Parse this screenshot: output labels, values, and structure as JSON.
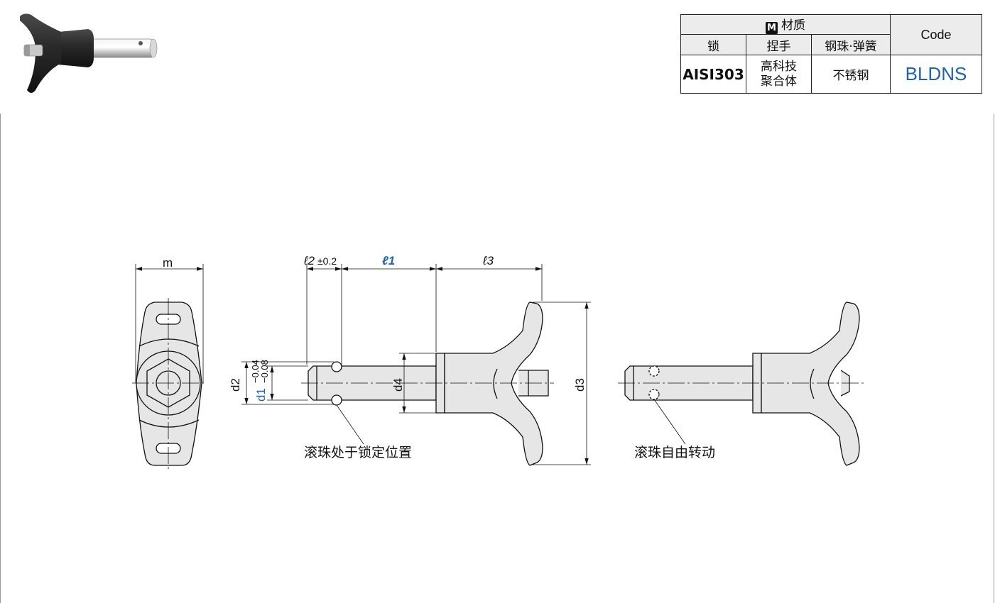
{
  "material_table": {
    "material_header": "材质",
    "material_badge": "M",
    "code_header": "Code",
    "columns": [
      "锁",
      "捏手",
      "钢珠·弹簧"
    ],
    "row": {
      "lock": "AISI303",
      "handle_line1": "高科技",
      "handle_line2": "聚合体",
      "ball_spring": "不锈钢",
      "code": "BLDNS"
    }
  },
  "drawing": {
    "dim_m": "m",
    "dim_l2_main": "ℓ2",
    "dim_l2_tol": "±0.2",
    "dim_l1": "ℓ1",
    "dim_l3": "ℓ3",
    "dim_d2": "d2",
    "dim_d1": "d1",
    "dim_d1_tol_upper": "−0.04",
    "dim_d1_tol_lower": "−0.08",
    "dim_d4": "d4",
    "dim_d3": "d3",
    "note_locked": "滚珠处于锁定位置",
    "note_free": "滚珠自由转动"
  },
  "colors": {
    "accent_blue": "#1f63b0",
    "part_fill": "#e6e6e6",
    "line": "#111111"
  }
}
